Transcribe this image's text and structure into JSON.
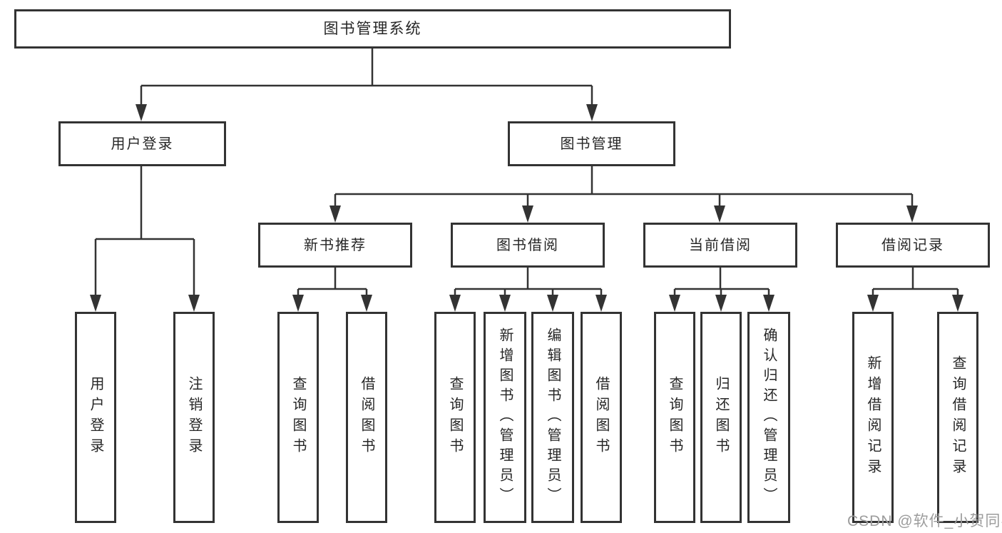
{
  "tree": {
    "label": "图书管理系统",
    "children": [
      {
        "label": "用户登录",
        "children": [
          {
            "label": "用户登录"
          },
          {
            "label": "注销登录"
          }
        ]
      },
      {
        "label": "图书管理",
        "children": [
          {
            "label": "新书推荐",
            "children": [
              {
                "label": "查询图书"
              },
              {
                "label": "借阅图书"
              }
            ]
          },
          {
            "label": "图书借阅",
            "children": [
              {
                "label": "查询图书"
              },
              {
                "label": "新增图书（管理员）"
              },
              {
                "label": "编辑图书（管理员）"
              },
              {
                "label": "借阅图书"
              }
            ]
          },
          {
            "label": "当前借阅",
            "children": [
              {
                "label": "查询图书"
              },
              {
                "label": "归还图书"
              },
              {
                "label": "确认归还（管理员）"
              }
            ]
          },
          {
            "label": "借阅记录",
            "children": [
              {
                "label": "新增借阅记录"
              },
              {
                "label": "查询借阅记录"
              }
            ]
          }
        ]
      }
    ]
  },
  "watermark": {
    "text": "CSDN @软件_小贺同学"
  },
  "colors": {
    "line": "#333333",
    "box_border": "#333333",
    "text": "#262626",
    "watermark": "#9c9c9c",
    "background": "#ffffff"
  }
}
